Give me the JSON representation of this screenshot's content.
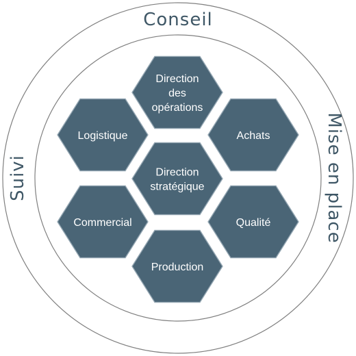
{
  "ring_labels": {
    "top": "Conseil",
    "left": "Suivi",
    "right": "Mise en place"
  },
  "hexagons": [
    {
      "id": "direction-operations",
      "lines": [
        "Direction",
        "des",
        "opérations"
      ]
    },
    {
      "id": "logistique",
      "lines": [
        "Logistique"
      ]
    },
    {
      "id": "achats",
      "lines": [
        "Achats"
      ]
    },
    {
      "id": "direction-strategique",
      "lines": [
        "Direction",
        "stratégique"
      ]
    },
    {
      "id": "commercial",
      "lines": [
        "Commercial"
      ]
    },
    {
      "id": "qualite",
      "lines": [
        "Qualité"
      ]
    },
    {
      "id": "production",
      "lines": [
        "Production"
      ]
    }
  ],
  "colors": {
    "hex_fill": "#4a6576",
    "hex_stroke": "#95a7b3",
    "ring_stroke": "#7f7f7f",
    "ring_text": "#3f5766"
  }
}
